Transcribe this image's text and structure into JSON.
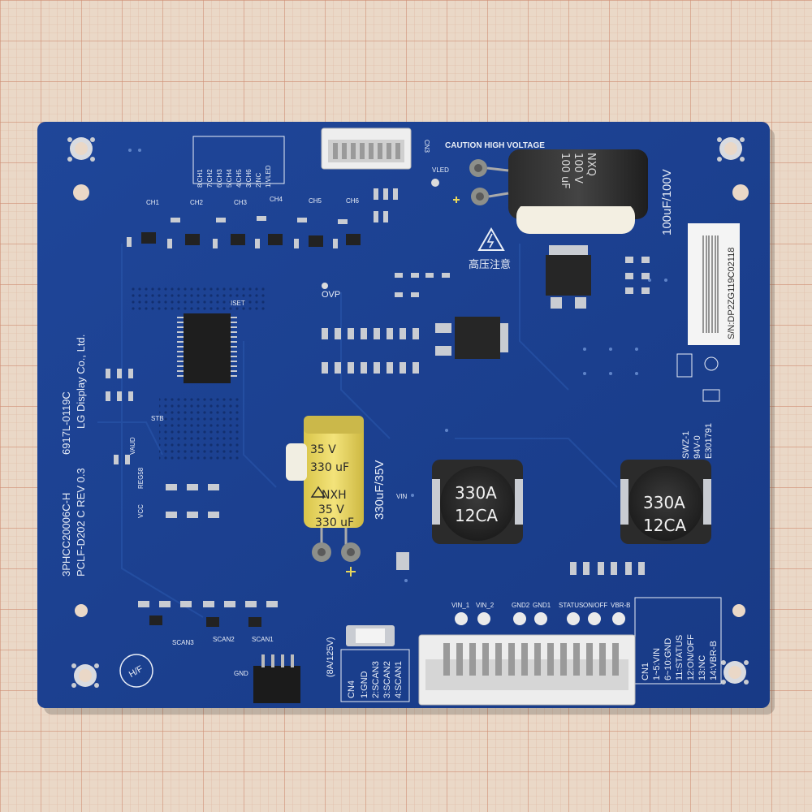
{
  "board": {
    "caution": "CAUTION HIGH VOLTAGE",
    "warning_cn": "高压注意",
    "rating_main": "100uF/100V",
    "rating_bulk": "330uF/35V",
    "fuse_rating": "(8A/125V)",
    "part_number": "6917L-0119C",
    "model_code": "3PHCC20006C-H",
    "revision": "PCLF-D202 C REV 0.3",
    "maker": "LG Display Co., Ltd.",
    "serial": "S/N:DP2ZG119C02118",
    "cert": "E301791",
    "cert_code": "SWZ-1",
    "flammability": "94V-0",
    "hf_mark": "H/F",
    "gnd": "GND",
    "connector_top": "CN3",
    "connector_main": "CN1",
    "connector_small": "CN4",
    "vled": "VLED",
    "ovp": "OVP",
    "vin": "VIN",
    "vcc": "VCC",
    "reg58": "REG58",
    "vaud": "VAUD",
    "stb": "STB",
    "iset": "ISET"
  },
  "cn3_pinout": [
    "8:CH1",
    "7:CH2",
    "6:CH3",
    "5:CH4",
    "4:CH5",
    "3:CH6",
    "2:NC",
    "1:VLED"
  ],
  "cn1_pinout": [
    "1~5:VIN",
    "6~10:GND",
    "11:STATUS",
    "12:ON/OFF",
    "13:NC",
    "14:VBR-B"
  ],
  "cn4_pinout": [
    "1:GND",
    "2:SCAN3",
    "3:SCAN2",
    "4:SCAN1"
  ],
  "test_points": [
    "VIN_1",
    "VIN_2",
    "GND2",
    "GND1",
    "STATUS",
    "ON/OFF",
    "VBR-B"
  ],
  "channels": [
    "CH1",
    "CH2",
    "CH3",
    "CH4",
    "CH5",
    "CH6"
  ],
  "scan_labels": [
    "SCAN3",
    "SCAN2",
    "SCAN1"
  ],
  "capacitor_black": {
    "brand": "NXQ",
    "voltage": "100 V",
    "capacitance": "100 uF"
  },
  "capacitor_yellow": {
    "brand": "NXH",
    "voltage": "35 V",
    "capacitance": "330 uF"
  },
  "inductors": [
    {
      "line1": "330A",
      "line2": "12CA"
    },
    {
      "line1": "330A",
      "line2": "12CA"
    }
  ],
  "colors": {
    "grid_paper": "#e9d7c6",
    "grid_line": "#d8a58c",
    "pcb": "#1c3f8f",
    "pcb_dark": "#16357a",
    "silkscreen": "#e9eef7",
    "pad": "#c9ccd2",
    "cap_yellow": "#e8d65a"
  }
}
